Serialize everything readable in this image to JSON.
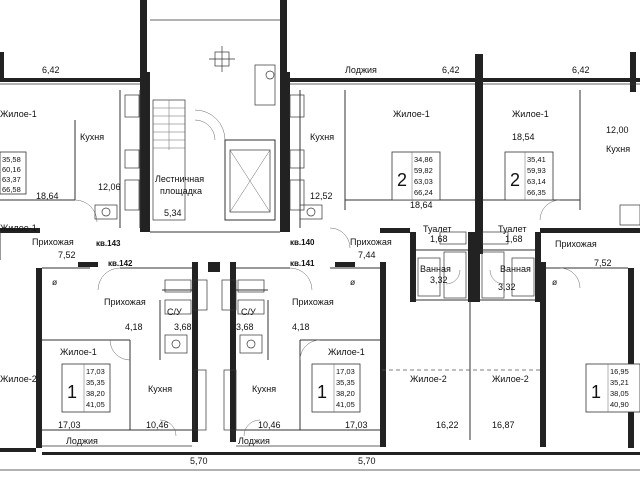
{
  "labels": {
    "living_1": "Жилое-1",
    "living_2": "Жилое-2",
    "kitchen": "Кухня",
    "hall": "Прихожая",
    "loggia": "Лоджия",
    "stair_1": "Лестничная",
    "stair_2": "площадка",
    "toilet": "Туалет",
    "bath": "Ванная",
    "su": "С/У",
    "diam": "ø"
  },
  "apartments": {
    "kv143": "кв.143",
    "kv142": "кв.142",
    "kv141": "кв.141",
    "kv140": "кв.140"
  },
  "dimensions": {
    "top_left_loggia": "6,42",
    "top_mid_loggia": "6,42",
    "top_right_loggia": "6,42",
    "stair": "5,34",
    "kitchen_left_top": "12,06",
    "kitchen_mid_top": "12,52",
    "living_left_top": "18,64",
    "living_mid_top": "18,64",
    "living_right_top": "18,54",
    "living_right_top2": "12,00",
    "hall_left_top": "7,52",
    "hall_mid_top": "7,44",
    "hall_right_top": "7,52",
    "toilet_left": "1,68",
    "toilet_right": "1,68",
    "bath_left": "3,32",
    "bath_right": "3,32",
    "hall_left_bot": "4,18",
    "hall_mid_bot": "4,18",
    "su_left": "3,68",
    "su_mid": "3,68",
    "living_left_bot": "17,03",
    "living_mid_bot": "17,03",
    "kitchen_left_bot": "10,46",
    "kitchen_mid_bot": "10,46",
    "living2_mid": "16,22",
    "living2_right": "16,87",
    "loggia_left_bot": "5,70",
    "loggia_mid_bot": "5,70"
  },
  "cards": [
    {
      "rooms": "1",
      "areas": [
        "17,03",
        "35,35",
        "38,20",
        "41,05"
      ]
    },
    {
      "rooms": "1",
      "areas": [
        "17,03",
        "35,35",
        "38,20",
        "41,05"
      ]
    },
    {
      "rooms": "2",
      "areas": [
        "34,86",
        "59,82",
        "63,03",
        "66,24"
      ]
    },
    {
      "rooms": "2",
      "areas": [
        "35,41",
        "59,93",
        "63,14",
        "66,35"
      ]
    },
    {
      "rooms": "1",
      "areas": [
        "16,95",
        "35,21",
        "38,05",
        "40,90"
      ]
    }
  ],
  "cards_partial": [
    {
      "areas": [
        "35,58",
        "60,16",
        "63,37",
        "66,58"
      ]
    }
  ]
}
